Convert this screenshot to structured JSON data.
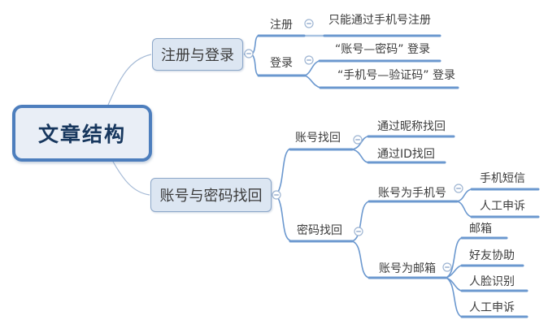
{
  "mindmap": {
    "root": {
      "label": "文章结构"
    },
    "branches": [
      {
        "label": "注册与登录",
        "children": [
          {
            "label": "注册",
            "children": [
              {
                "label": "只能通过手机号注册"
              }
            ]
          },
          {
            "label": "登录",
            "children": [
              {
                "label": "“账号—密码” 登录"
              },
              {
                "label": "“手机号—验证码” 登录"
              }
            ]
          }
        ]
      },
      {
        "label": "账号与密码找回",
        "children": [
          {
            "label": "账号找回",
            "children": [
              {
                "label": "通过昵称找回"
              },
              {
                "label": "通过ID找回"
              }
            ]
          },
          {
            "label": "密码找回",
            "children": [
              {
                "label": "账号为手机号",
                "children": [
                  {
                    "label": "手机短信"
                  },
                  {
                    "label": "人工申诉"
                  }
                ]
              },
              {
                "label": "账号为邮箱",
                "children": [
                  {
                    "label": "邮箱"
                  },
                  {
                    "label": "好友协助"
                  },
                  {
                    "label": "人脸识别"
                  },
                  {
                    "label": "人工申诉"
                  }
                ]
              }
            ]
          }
        ]
      }
    ],
    "icons": {
      "collapse": "minus-circle"
    },
    "colors": {
      "background": "#ffffff",
      "branch_line": "#6b98cf",
      "light_connector": "#a9c3e2",
      "root_border": "#4d7ebd",
      "root_fill": "#e9eef6",
      "root_text": "#17375e",
      "node_fill": "#dce6f2",
      "node_border": "#8ca7c9",
      "label_text": "#3c3c3c"
    }
  }
}
